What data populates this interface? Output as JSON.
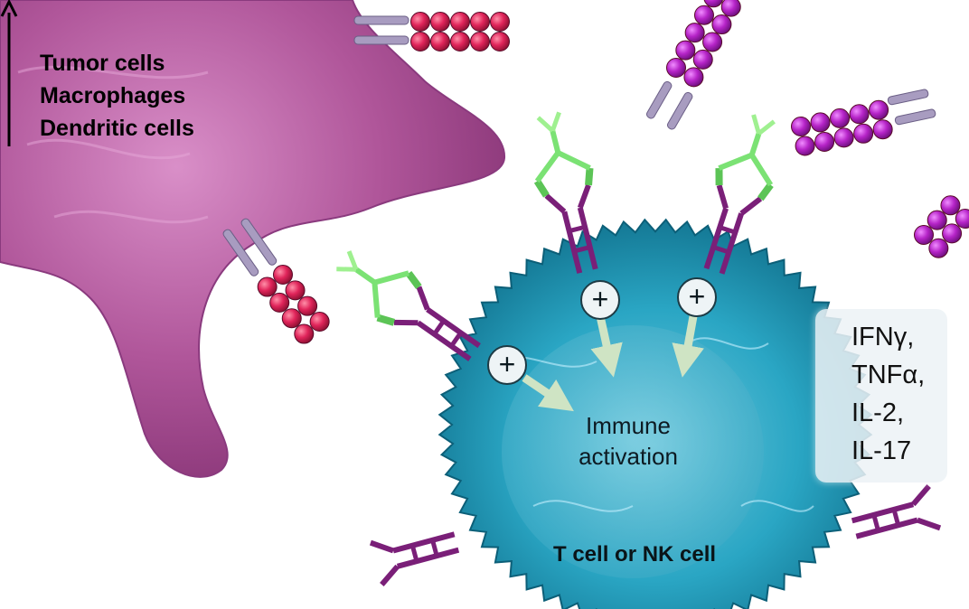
{
  "source_cells": [
    "Tumor cells",
    "Macrophages",
    "Dendritic cells"
  ],
  "center_label": [
    "Immune",
    "activation"
  ],
  "target_cell_label": "T cell or NK cell",
  "cytokines": [
    "IFNγ,",
    "TNFα,",
    "IL-2,",
    "IL-17"
  ],
  "signal_symbol": "+",
  "colors": {
    "tumor_cell": "#b0569a",
    "t_cell": "#2aa6c4",
    "receptor": "#7a1f78",
    "antibody": "#6fd06a",
    "ligand_red": "#e0245a",
    "ligand_purple": "#b624c8",
    "activation_arrow": "#d8ead0"
  },
  "icons": [
    "plus-circle-icon",
    "up-arrow-icon"
  ]
}
